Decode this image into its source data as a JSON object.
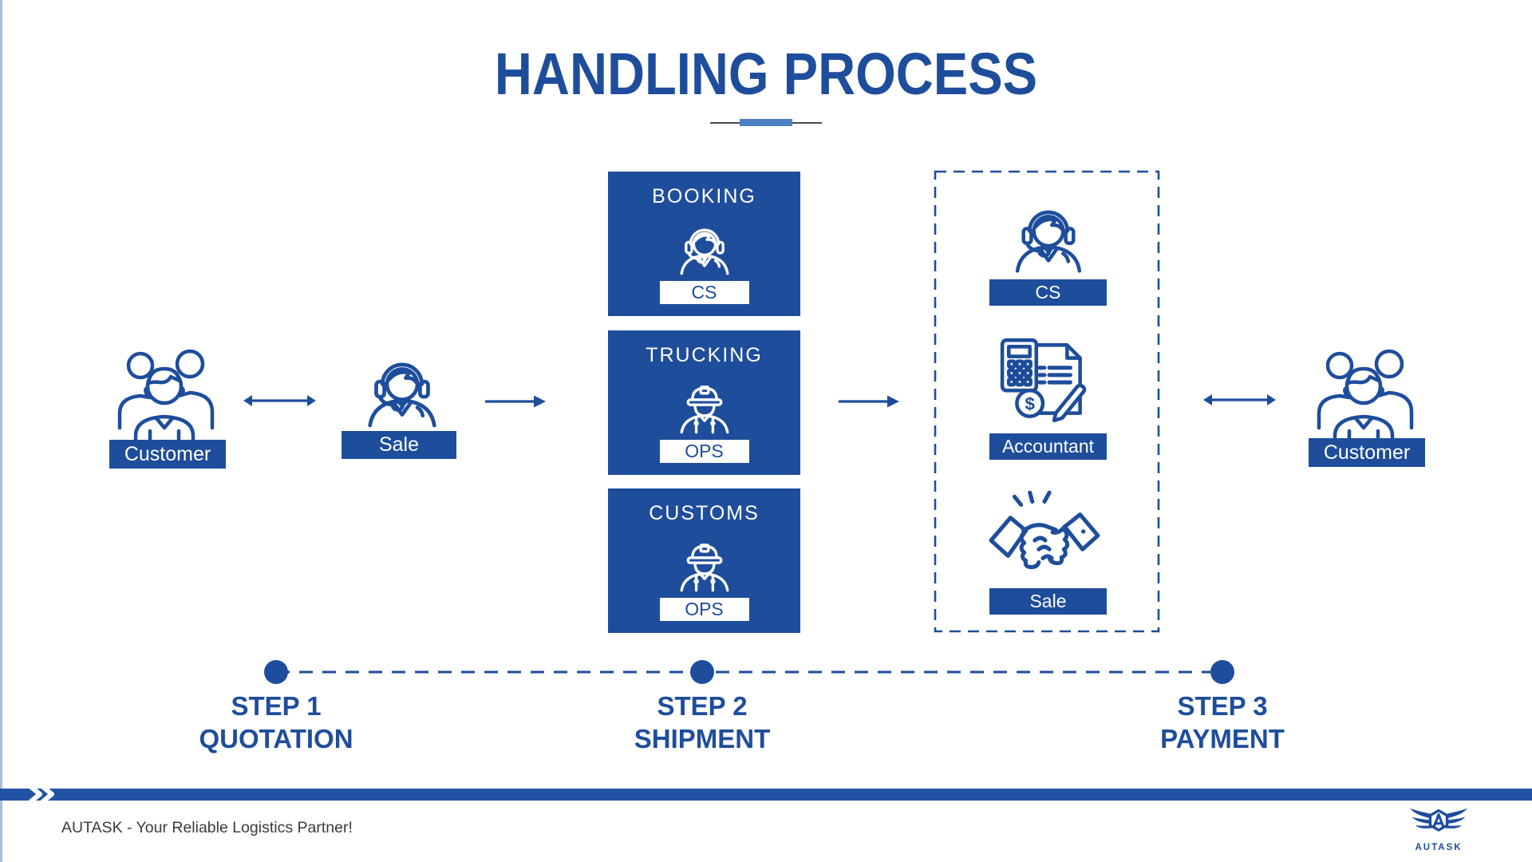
{
  "title": "HANDLING PROCESS",
  "colors": {
    "primary": "#1e4d9b",
    "accent_light": "#4d80c4",
    "bottom_bar": "#2152a3",
    "edge_line": "#a3bedd",
    "footer_text": "#3b3b3b"
  },
  "flow": {
    "customer_left": {
      "label": "Customer",
      "icon": "customers-icon"
    },
    "sale": {
      "label": "Sale",
      "icon": "support-agent-icon"
    },
    "customer_right": {
      "label": "Customer",
      "icon": "customers-icon"
    }
  },
  "process_boxes": [
    {
      "title": "BOOKING",
      "role": "CS",
      "icon": "support-agent-icon"
    },
    {
      "title": "TRUCKING",
      "role": "OPS",
      "icon": "worker-icon"
    },
    {
      "title": "CUSTOMS",
      "role": "OPS",
      "icon": "worker-icon"
    }
  ],
  "payment_group": [
    {
      "label": "CS",
      "icon": "support-agent-icon"
    },
    {
      "label": "Accountant",
      "icon": "accounting-icon",
      "dollar_glyph": "$"
    },
    {
      "label": "Sale",
      "icon": "handshake-icon"
    }
  ],
  "steps": [
    {
      "step": "STEP 1",
      "name": "QUOTATION"
    },
    {
      "step": "STEP 2",
      "name": "SHIPMENT"
    },
    {
      "step": "STEP 3",
      "name": "PAYMENT"
    }
  ],
  "footer": {
    "tagline": "AUTASK - Your Reliable Logistics Partner!",
    "brand": "AUTASK"
  }
}
